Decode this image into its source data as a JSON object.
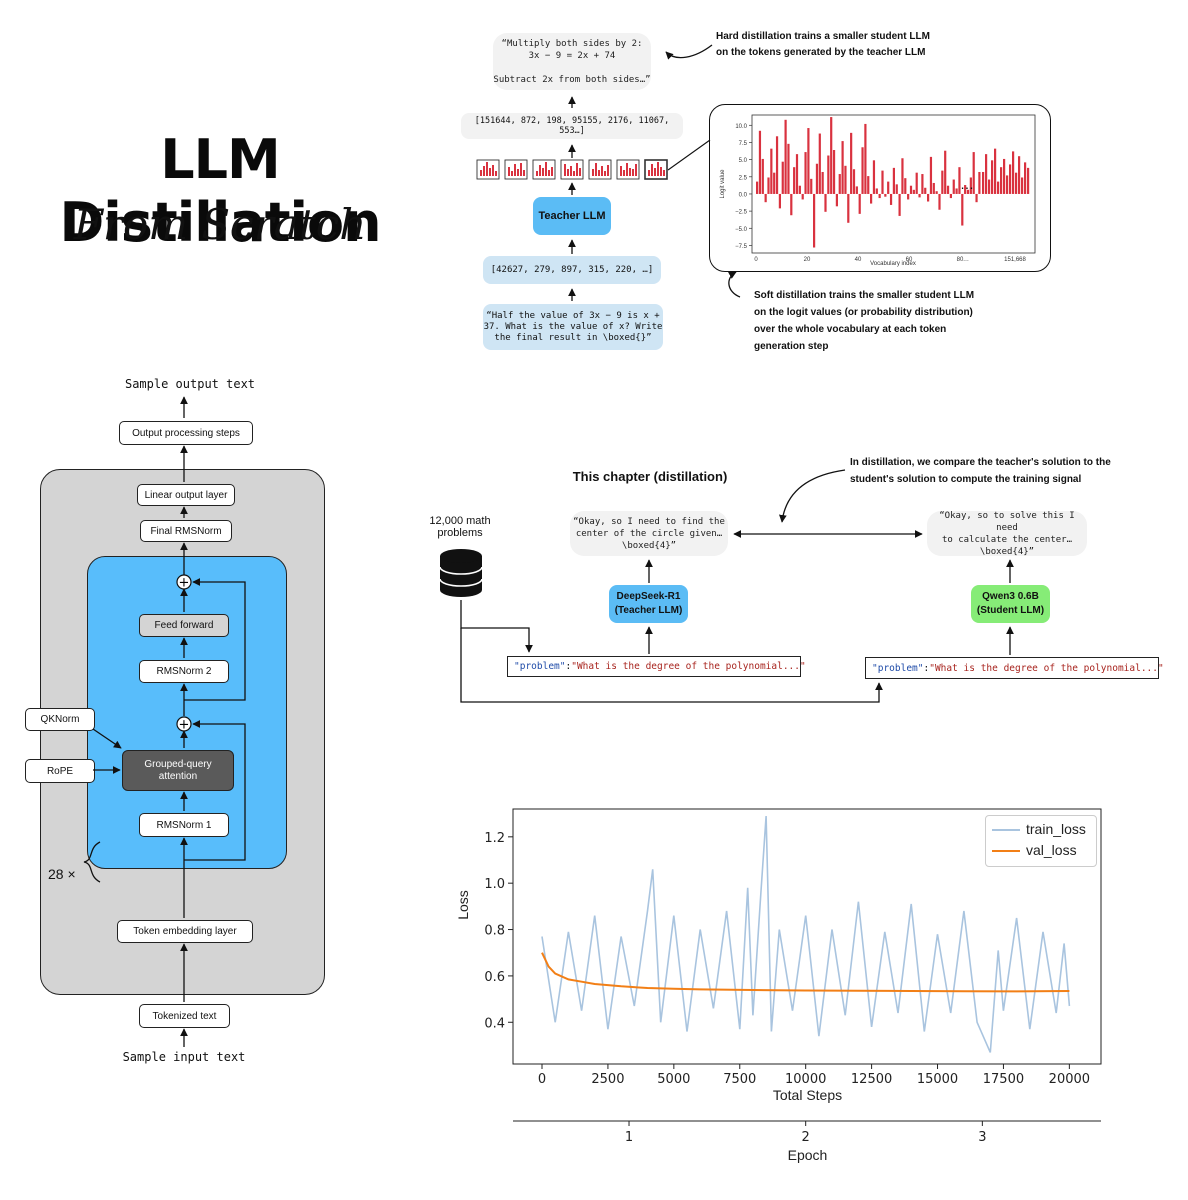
{
  "header": {
    "title": "LLM Distillation",
    "subtitle": "From Scratch"
  },
  "hard_soft": {
    "output_text": "“Multiply both sides by 2:\n3x − 9 = 2x + 74\n\nSubtract 2x from both sides…”",
    "output_tokens": "[151644, 872, 198, 95155, 2176, 11067, 553…]",
    "teacher_label": "Teacher LLM",
    "input_tokens": "[42627, 279, 897, 315, 220, …]",
    "input_text": "“Half the value of 3x − 9 is  x +\n37. What is the value of x? Write\nthe final result in \\boxed{}”",
    "hard_note": "Hard distillation trains a smaller student LLM\non the tokens generated by the teacher LLM",
    "soft_note": "Soft distillation trains the smaller student LLM\non the logit values (or probability distribution)\nover the whole vocabulary at each token\ngeneration step",
    "logit_plot": {
      "ylabel": "Logit value",
      "xlabel": "Vocabulary index",
      "yticks": [
        "10.0",
        "7.5",
        "5.0",
        "2.5",
        "0.0",
        "−2.5",
        "−5.0",
        "−7.5"
      ],
      "xticks": [
        "0",
        "20",
        "40",
        "60",
        "80",
        "…",
        "151,668"
      ],
      "ellipsis": "…",
      "bars": [
        1.8,
        9.2,
        5.1,
        -1.2,
        2.4,
        6.6,
        3.1,
        8.4,
        -2.1,
        4.7,
        10.8,
        7.3,
        -3.1,
        3.9,
        5.8,
        1.2,
        -0.8,
        6.1,
        9.6,
        2.2,
        -7.8,
        4.4,
        8.8,
        3.2,
        -2.6,
        5.6,
        11.2,
        6.4,
        -1.8,
        2.9,
        7.7,
        4.1,
        -4.2,
        8.9,
        3.6,
        1.1,
        -2.9,
        6.8,
        10.2,
        2.6,
        -1.4,
        4.9,
        0.8,
        -0.6,
        3.4,
        -0.4,
        1.8,
        -1.6,
        3.8,
        1.4,
        -3.2,
        5.2,
        2.3,
        -0.8,
        1.2,
        0.6,
        3.1,
        -0.5,
        2.9,
        0.9,
        -1.1,
        5.4,
        1.6,
        0.4,
        -2.3,
        3.4,
        6.3,
        1.2,
        -0.6,
        2.1,
        0.8,
        3.9,
        -4.6,
        1.3,
        0.6,
        2.4,
        6.1,
        -1.2,
        3.2
      ]
    }
  },
  "architecture": {
    "sample_output": "Sample output text",
    "output_processing": "Output processing steps",
    "linear_output": "Linear output layer",
    "final_norm": "Final RMSNorm",
    "feed_forward": "Feed forward",
    "rmsnorm2": "RMSNorm 2",
    "qknorm": "QKNorm",
    "rope": "RoPE",
    "gqa": "Grouped-query\nattention",
    "rmsnorm1": "RMSNorm 1",
    "repeat": "28 ×",
    "token_embedding": "Token embedding layer",
    "tokenized_text": "Tokenized text",
    "sample_input": "Sample input text"
  },
  "comparison": {
    "chapter_title": "This chapter (distillation)",
    "note": "In distillation, we compare the teacher's solution to the\nstudent's solution to compute the training signal",
    "dataset_label": "12,000 math\nproblems",
    "teacher_output": "“Okay, so I need to find the\ncenter of the circle given…\n\\boxed{4}”",
    "student_output": "“Okay, so to solve this I need\nto calculate the center…\n\\boxed{4}”",
    "teacher_model": "DeepSeek-R1\n(Teacher LLM)",
    "student_model": "Qwen3 0.6B\n(Student LLM)",
    "problem_key": "\"problem\"",
    "problem_sep": ": ",
    "problem_value": "\"What is the degree of the polynomial...\""
  },
  "colors": {
    "teacher": "#5bbcf5",
    "student": "#86ec77",
    "logit_bar": "#d9323f",
    "train_loss": "#a9c4df",
    "val_loss": "#f27f16",
    "arch_outer": "#d4d4d4",
    "arch_inner": "#58bdfb"
  },
  "chart_data": {
    "type": "line",
    "xlabel": "Total Steps",
    "ylabel": "Loss",
    "xlim": [
      -1100,
      21200
    ],
    "ylim": [
      0.22,
      1.32
    ],
    "xticks": [
      0,
      2500,
      5000,
      7500,
      10000,
      12500,
      15000,
      17500,
      20000
    ],
    "yticks": [
      0.4,
      0.6,
      0.8,
      1.0,
      1.2
    ],
    "secondary_xaxis": {
      "label": "Epoch",
      "ticks": [
        1,
        2,
        3
      ],
      "tick_steps": [
        3300,
        10000,
        16700
      ]
    },
    "legend": "top-right",
    "series": [
      {
        "name": "train_loss",
        "x": [
          0,
          500,
          1000,
          1500,
          2000,
          2500,
          3000,
          3500,
          4000,
          4200,
          4500,
          5000,
          5500,
          6000,
          6500,
          7000,
          7500,
          7800,
          8000,
          8300,
          8500,
          8700,
          9000,
          9500,
          10000,
          10500,
          11000,
          11500,
          12000,
          12500,
          13000,
          13500,
          14000,
          14500,
          15000,
          15500,
          16000,
          16500,
          17000,
          17300,
          17500,
          18000,
          18500,
          19000,
          19500,
          19800,
          20000
        ],
        "y": [
          0.77,
          0.4,
          0.79,
          0.45,
          0.86,
          0.37,
          0.77,
          0.47,
          0.88,
          1.06,
          0.4,
          0.86,
          0.36,
          0.8,
          0.46,
          0.88,
          0.37,
          0.98,
          0.43,
          0.96,
          1.29,
          0.36,
          0.8,
          0.45,
          0.86,
          0.34,
          0.8,
          0.43,
          0.92,
          0.38,
          0.79,
          0.44,
          0.91,
          0.36,
          0.78,
          0.44,
          0.88,
          0.4,
          0.27,
          0.71,
          0.45,
          0.85,
          0.37,
          0.79,
          0.44,
          0.74,
          0.47
        ]
      },
      {
        "name": "val_loss",
        "x": [
          0,
          250,
          500,
          1000,
          1500,
          2000,
          3000,
          4000,
          5000,
          6000,
          8000,
          10000,
          12000,
          14000,
          16000,
          18000,
          20000
        ],
        "y": [
          0.7,
          0.64,
          0.61,
          0.585,
          0.575,
          0.565,
          0.555,
          0.548,
          0.545,
          0.542,
          0.539,
          0.537,
          0.536,
          0.535,
          0.534,
          0.533,
          0.535
        ]
      }
    ]
  }
}
